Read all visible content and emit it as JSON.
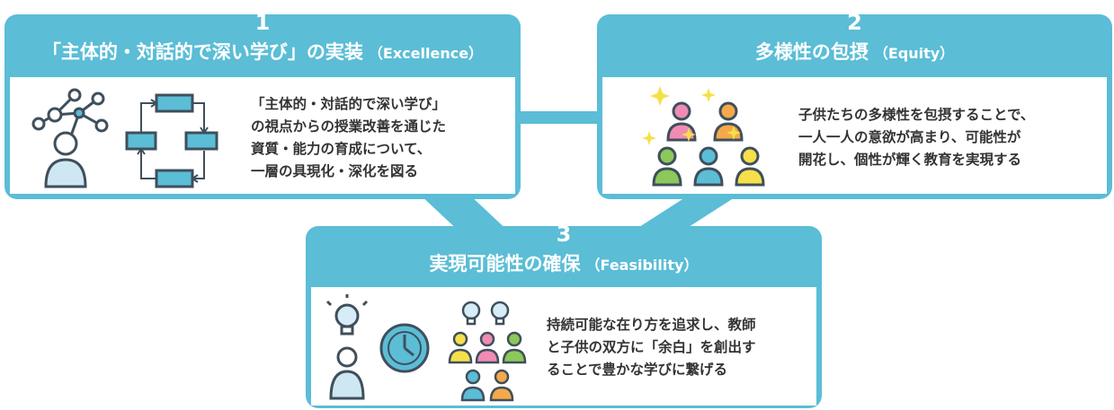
{
  "panels": [
    {
      "number": "1",
      "title": "「主体的・対話的で深い学び」の実装",
      "subtitle": "（Excellence）",
      "description": [
        "「主体的・対話的で深い学び」",
        "の視点からの授業改善を通じた",
        "資質・能力の育成について、",
        "一層の具現化・深化を図る"
      ]
    },
    {
      "number": "2",
      "title": "多様性の包摂",
      "subtitle": "（Equity）",
      "description": [
        "子供たちの多様性を包摂することで、",
        "一人一人の意欲が高まり、可能性が",
        "開花し、個性が輝く教育を実現する"
      ]
    },
    {
      "number": "3",
      "title": "実現可能性の確保",
      "subtitle": "（Feasibility）",
      "description": [
        "持続可能な在り方を追求し、教師",
        "と子供の双方に「余白」を創出す",
        "ることで豊かな学びに繋げる"
      ]
    }
  ],
  "colors": {
    "accent": "#5bbdd6",
    "icon_stroke": "#3f4f5c",
    "person_light_blue": "#cfe7f2",
    "panel_icon_blue": "#5bbdd6",
    "person_pink": "#f08cb4",
    "person_orange": "#f5a94a",
    "person_green": "#8cc85a",
    "person_yellow": "#f5e04a",
    "sparkle": "#f5e04a",
    "bulb": "#d6ecf6"
  },
  "icons": [
    "network-person-icon",
    "cycle-flow-icon",
    "diverse-people-icon",
    "lightbulb-person-icon",
    "clock-icon",
    "group-ideas-icon"
  ]
}
